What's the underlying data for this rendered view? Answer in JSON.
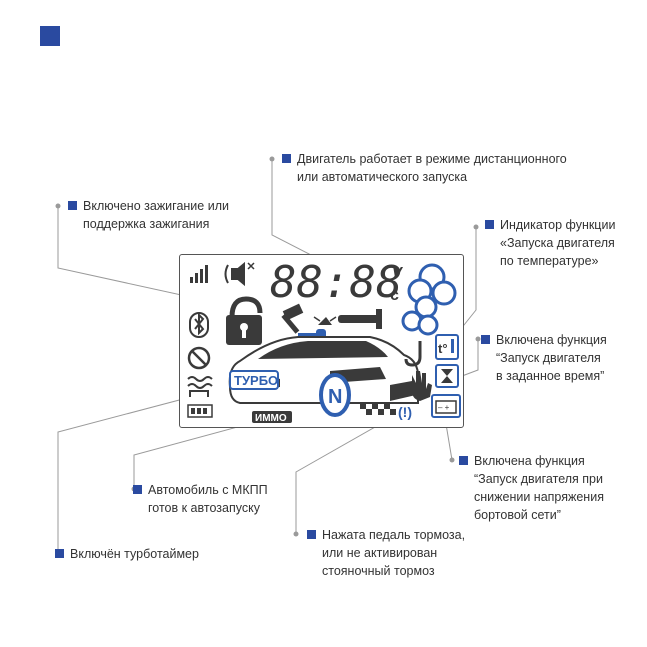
{
  "callouts": {
    "remote_start": {
      "line1": "Двигатель работает в режиме дистанционного",
      "line2": "или автоматического запуска"
    },
    "ignition": {
      "line1": "Включено зажигание или",
      "line2": "поддержка зажигания"
    },
    "temp_start": {
      "line1": "Индикатор функции",
      "line2": "«Запуска двигателя",
      "line3": "по температуре»"
    },
    "time_start": {
      "line1": "Включена функция",
      "line2": "“Запуск двигателя",
      "line3": "в заданное время”"
    },
    "voltage_start": {
      "line1": "Включена функция",
      "line2": "“Запуск двигателя при",
      "line3": "снижении напряжения",
      "line4": "бортовой сети”"
    },
    "manual_gearbox": {
      "line1": "Автомобиль с МКПП",
      "line2": "готов к автозапуску"
    },
    "brake": {
      "line1": "Нажата педаль тормоза,",
      "line2": "или не активирован",
      "line3": "стояночный тормоз"
    },
    "turbo": {
      "line1": "Включён турботаймер"
    }
  },
  "lcd": {
    "digits": "88:88",
    "unit_v": "V",
    "unit_c": "c",
    "turbo_label": "ТУРБО",
    "immo_label": "ИММО",
    "neutral_label": "N",
    "brake_label": "(!)"
  },
  "colors": {
    "accent": "#2a4aa0",
    "lcd_blue": "#2f5fb0",
    "lcd_dark": "#3a3a3a",
    "leader": "#9a9a9a"
  }
}
